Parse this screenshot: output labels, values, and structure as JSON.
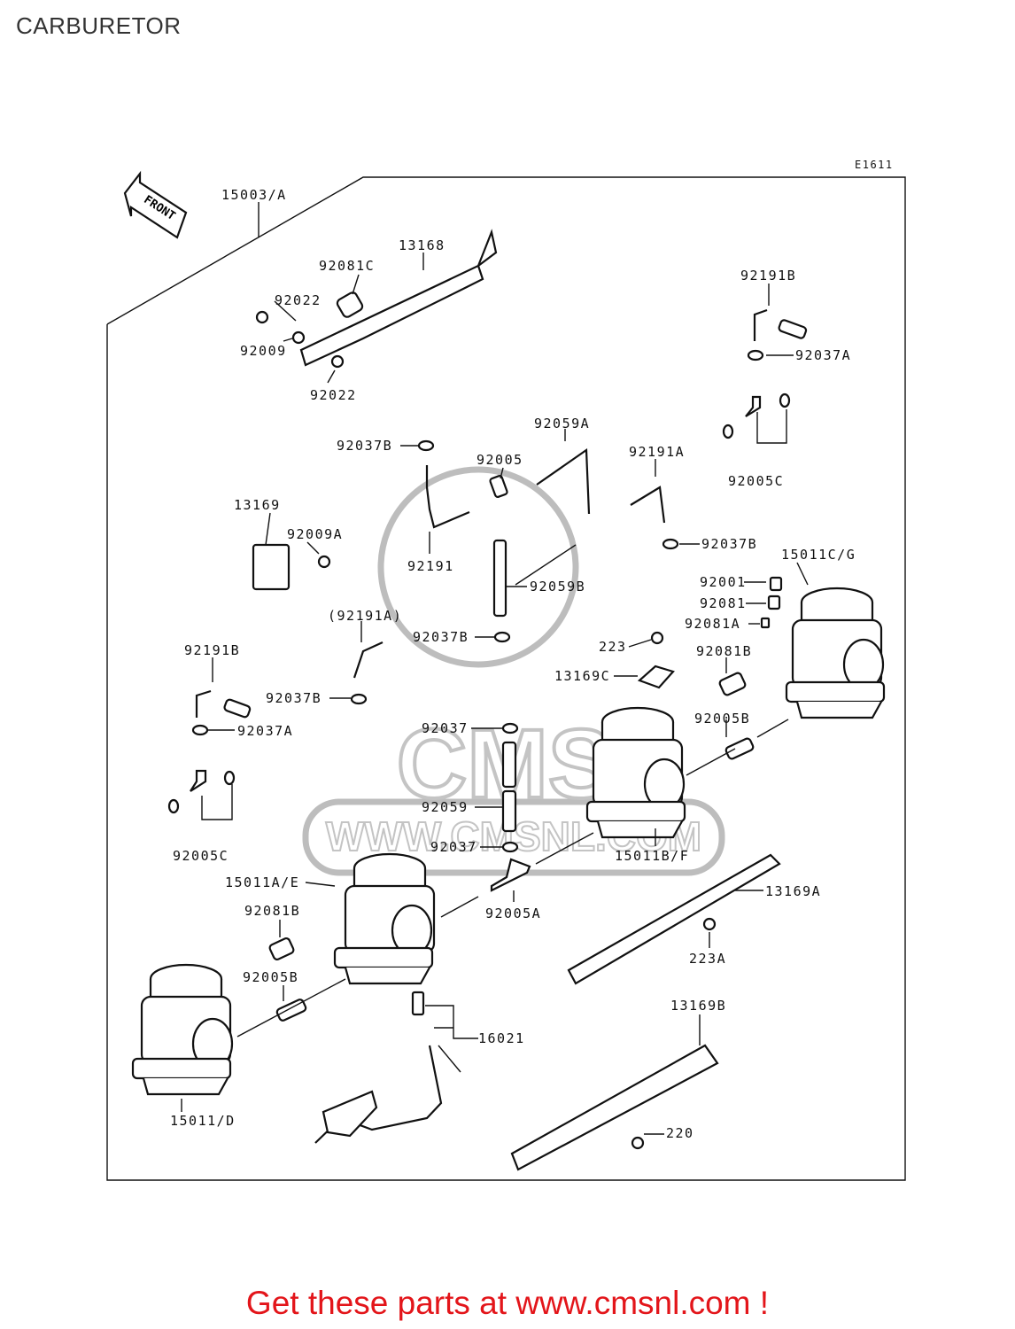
{
  "page": {
    "title": "CARBURETOR",
    "cta": "Get these parts at www.cmsnl.com !",
    "diagram_code": "E1611",
    "front_label": "FRONT",
    "watermark_text": "WWW.CMSNL.COM",
    "watermark_logo": "CMS"
  },
  "colors": {
    "accent": "#e3151a",
    "ink": "#111111",
    "watermark": "#bdbdbd"
  },
  "callouts": {
    "c15003A": "15003/A",
    "c13168": "13168",
    "c92081C": "92081C",
    "c92022a": "92022",
    "c92009": "92009",
    "c92022b": "92022",
    "c92191Ba": "92191B",
    "c92037Aa": "92037A",
    "c92005Ca": "92005C",
    "c92037Ba": "92037B",
    "c92005": "92005",
    "c92059A": "92059A",
    "c92191A": "92191A",
    "c13169": "13169",
    "c92009A": "92009A",
    "c92191": "92191",
    "c92037Bb": "92037B",
    "c92059B": "92059B",
    "c15011CG": "15011C/G",
    "c92001": "92001",
    "c92081": "92081",
    "c92081A": "92081A",
    "c92191Aparen": "(92191A)",
    "c92037Bc": "92037B",
    "c223": "223",
    "c13169C": "13169C",
    "c92081Ba": "92081B",
    "c92191Bb": "92191B",
    "c92037Bd": "92037B",
    "c92037Ab": "92037A",
    "c92037a": "92037",
    "c92005Ba": "92005B",
    "c92059": "92059",
    "c15011BF": "15011B/F",
    "c92005Cb": "92005C",
    "c92037b": "92037",
    "c15011AE": "15011A/E",
    "c92005A": "92005A",
    "c13169A": "13169A",
    "c92081Bb": "92081B",
    "c223A": "223A",
    "c92005Bb": "92005B",
    "c13169B": "13169B",
    "c16021": "16021",
    "c15011D": "15011/D",
    "c220": "220"
  }
}
